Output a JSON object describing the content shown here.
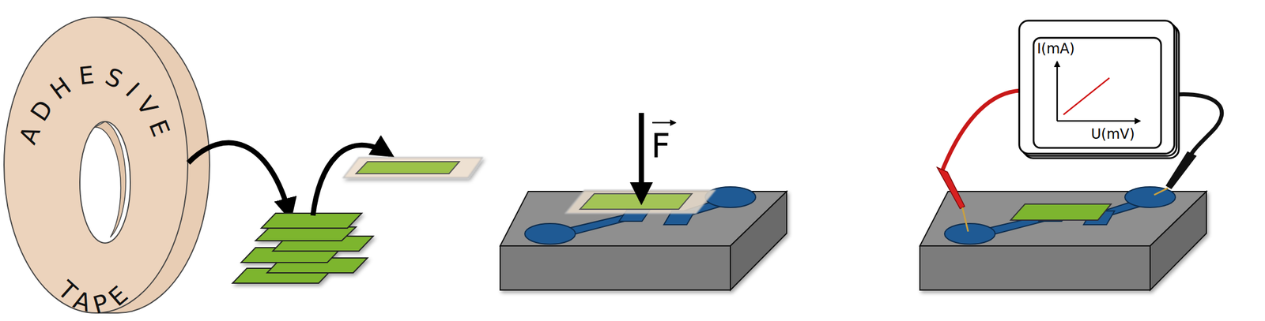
{
  "diagram": {
    "labels": [
      "ADHESIVE",
      "TAPE",
      "F",
      "I(mA)",
      "U(mV)"
    ]
  }
}
